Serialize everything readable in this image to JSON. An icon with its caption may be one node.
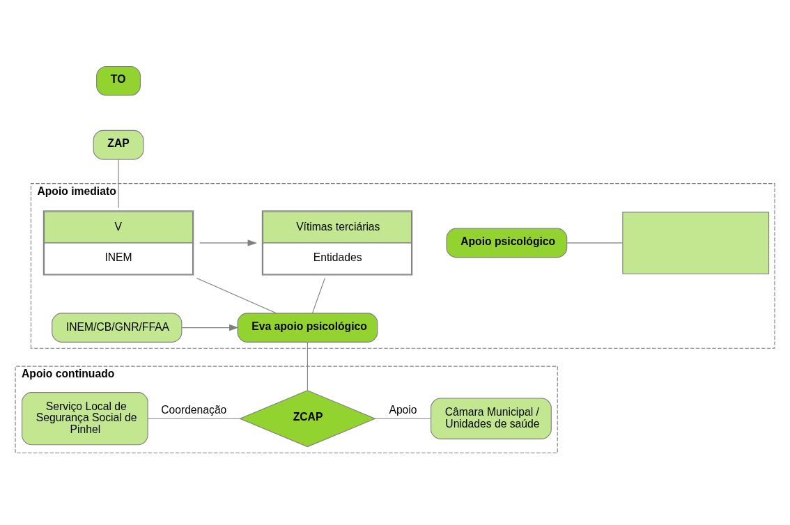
{
  "diagram": {
    "nodes": [
      {
        "text": [
          "TO"
        ]
      },
      {
        "text": [
          "ZAP"
        ]
      },
      {
        "text": [
          "Apoio imediato"
        ]
      },
      {
        "text": [
          "Apoio psicológico"
        ],
        "in": 2
      },
      {
        "text": [],
        "shape": "box",
        "in": 2
      },
      {
        "text": [
          "V",
          "INEM"
        ],
        "in": 2
      },
      {
        "text": [
          "Vítimas terciárias",
          "Entidades"
        ],
        "in": 2
      },
      {
        "text": [
          "INEM/CB/GNR/FFAA"
        ],
        "in": 2
      },
      {
        "text": [
          "Eva apoio psicológico"
        ],
        "in": 2
      },
      {
        "text": [
          "Apoio continuado"
        ]
      },
      {
        "text": [
          "Serviço Local de Segurança Social de Pinhel"
        ],
        "in": 9
      },
      {
        "text": [
          "ZCAP"
        ],
        "in": 9
      },
      {
        "text": [
          "Câmara Municipal / Unidades de saúde"
        ],
        "in": 9
      }
    ],
    "edges": [
      {
        "from": 1,
        "to": 5,
        "arrow": "none"
      },
      {
        "from": 3,
        "to": 4,
        "arrow": "none"
      },
      {
        "from": 5,
        "to": 6,
        "arrow": "to"
      },
      {
        "from": 7,
        "to": 8,
        "arrow": "to"
      },
      {
        "from": 5,
        "to": 8,
        "arrow": "none"
      },
      {
        "from": 6,
        "to": 8,
        "arrow": "none"
      },
      {
        "from": 8,
        "to": 11,
        "arrow": "none"
      },
      {
        "from": 10,
        "to": 11,
        "label": "Coordenação",
        "arrow": "none"
      },
      {
        "from": 11,
        "to": 12,
        "label": "Apoio",
        "arrow": "none"
      }
    ]
  }
}
